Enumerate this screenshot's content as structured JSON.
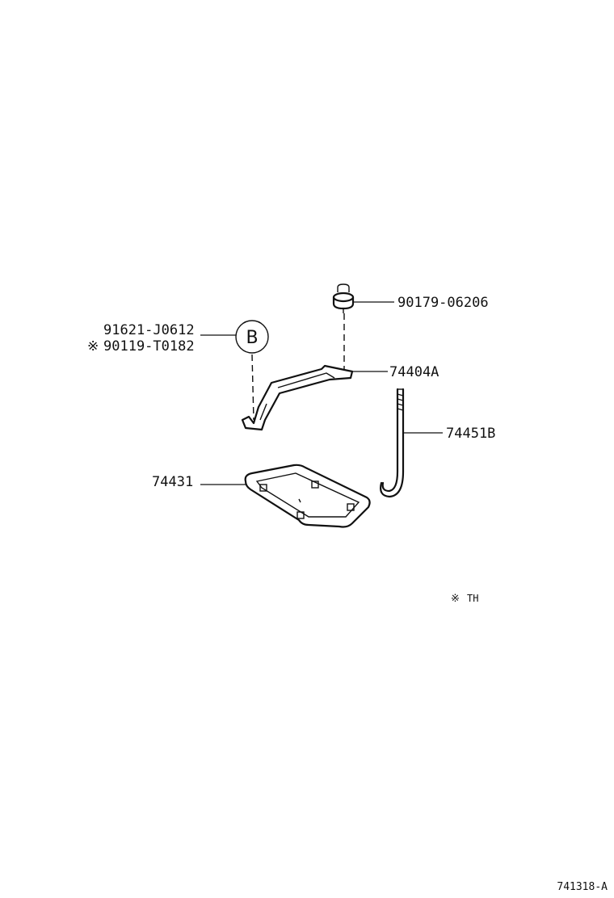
{
  "labels": {
    "nut": "90179-06206",
    "bolt_1": "91621-J0612",
    "bolt_2": "90119-T0182",
    "bolt_2_mark": "※",
    "bolt_circle_letter": "B",
    "clamp": "74404A",
    "rod": "74451B",
    "tray": "74431"
  },
  "note": {
    "mark": "※",
    "text": "TH"
  },
  "diagram_id": "741318-A"
}
